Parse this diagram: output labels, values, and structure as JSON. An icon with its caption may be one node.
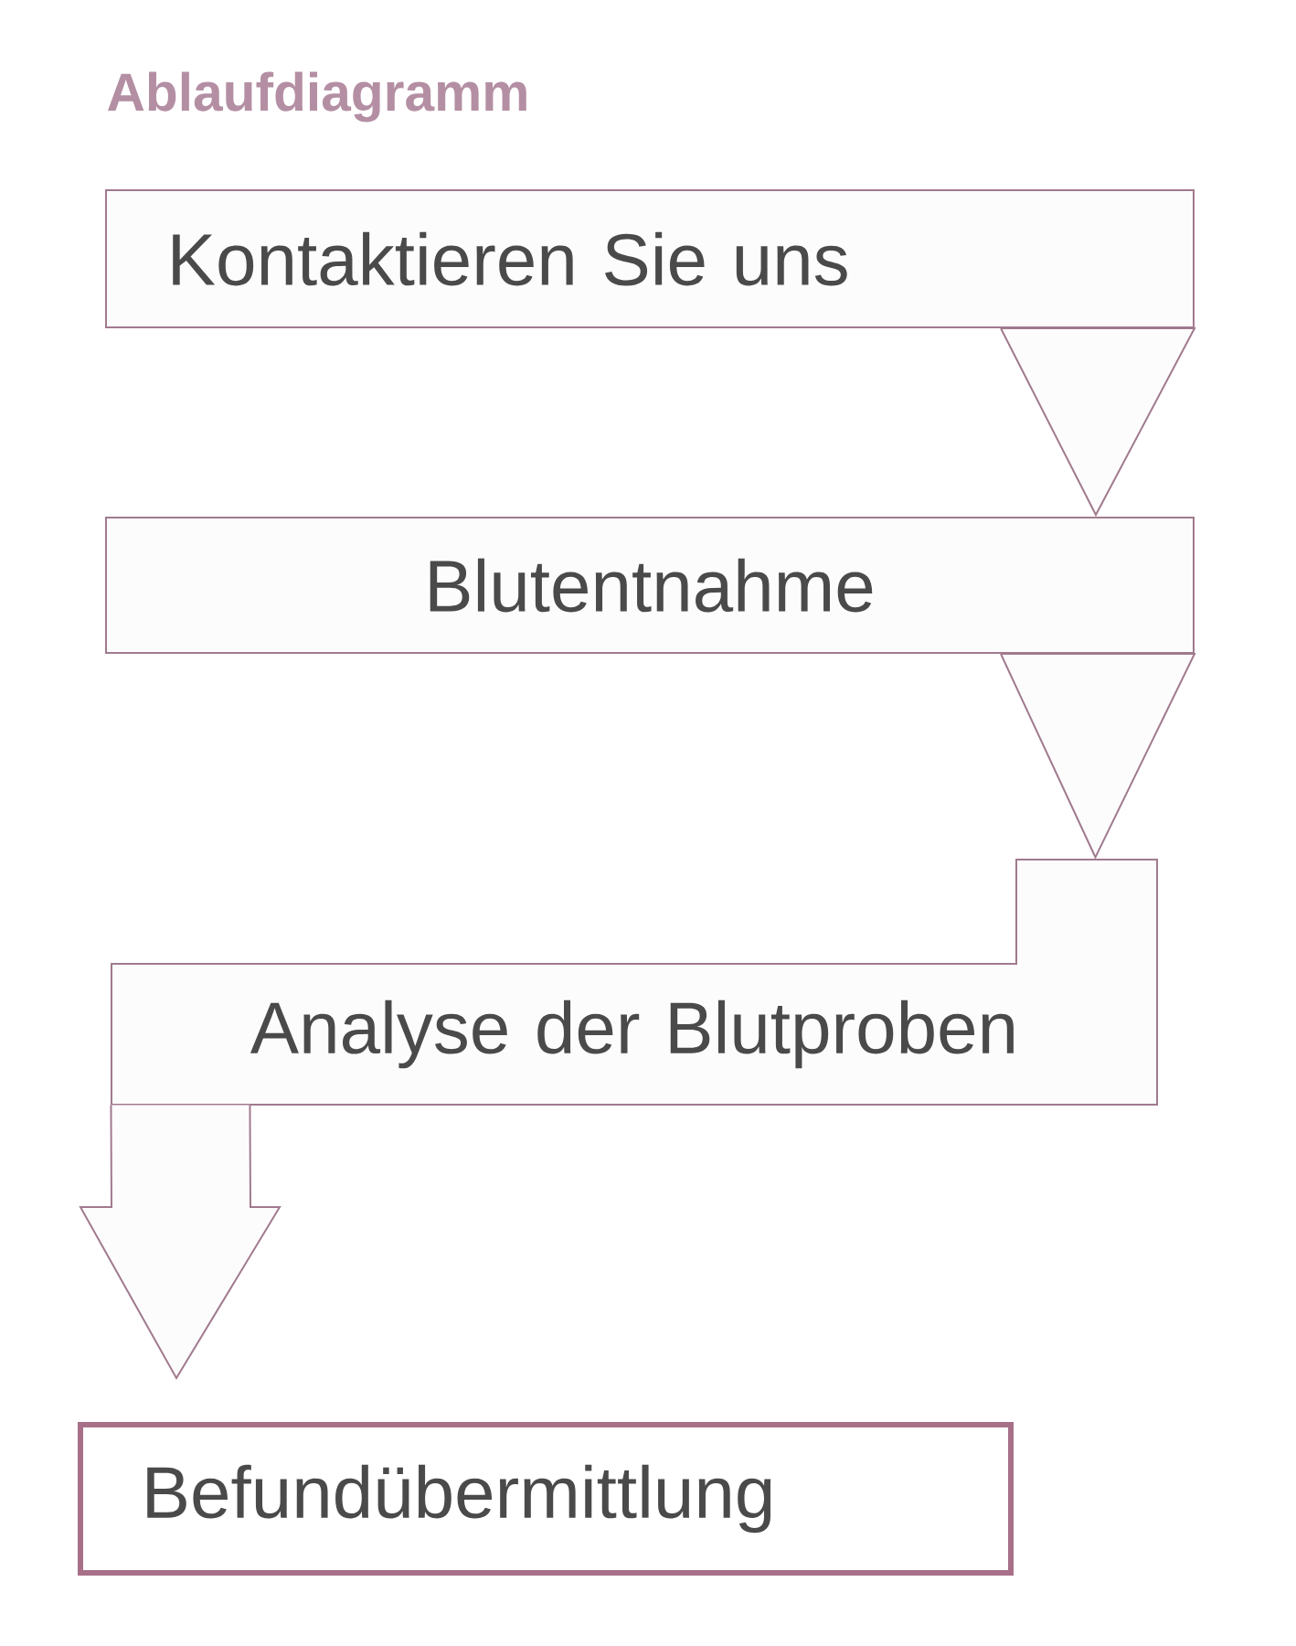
{
  "diagram": {
    "title": "Ablaufdiagramm",
    "nodes": [
      {
        "text": [
          "Kontaktieren Sie uns"
        ]
      },
      {
        "text": [
          "Blutentnahme"
        ]
      },
      {
        "text": [
          "Analyse der Blutproben"
        ]
      },
      {
        "text": [
          "Befundübermittlung"
        ]
      }
    ],
    "edges": [
      {
        "from": 0,
        "to": 1,
        "arrow": "to"
      },
      {
        "from": 1,
        "to": 2,
        "arrow": "to"
      },
      {
        "from": 2,
        "to": 3,
        "arrow": "to"
      }
    ]
  }
}
